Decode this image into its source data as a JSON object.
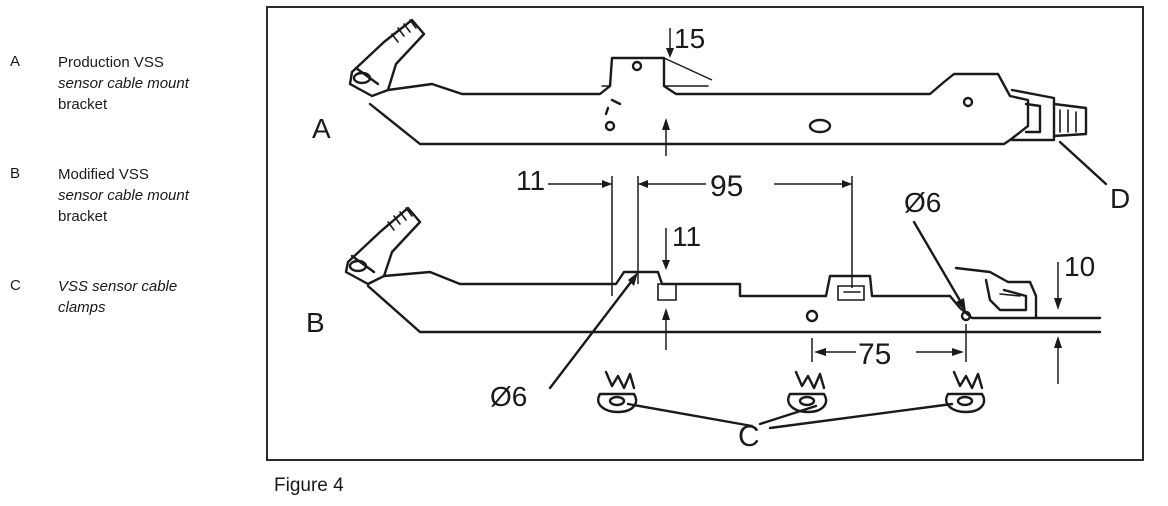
{
  "legend": [
    {
      "letter": "A",
      "line1": "Production VSS",
      "line2": "sensor cable mount",
      "line3": "bracket"
    },
    {
      "letter": "B",
      "line1": "Modified VSS",
      "line2": "sensor cable mount",
      "line3": "bracket"
    },
    {
      "letter": "C",
      "line1": "VSS sensor cable",
      "line2": "clamps",
      "line3": ""
    }
  ],
  "figure": {
    "caption": "Figure 4",
    "labels": {
      "bracket_a": "A",
      "bracket_b": "B",
      "clamps": "C",
      "d": "D"
    },
    "dimensions": {
      "tab_height_a": "15",
      "offset_left": "11",
      "tab_spacing": "95",
      "tab_height_b": "11",
      "hole_dia_right": "Ø6",
      "hole_dia_left": "Ø6",
      "edge_offset": "10",
      "clamp_spacing": "75"
    }
  }
}
